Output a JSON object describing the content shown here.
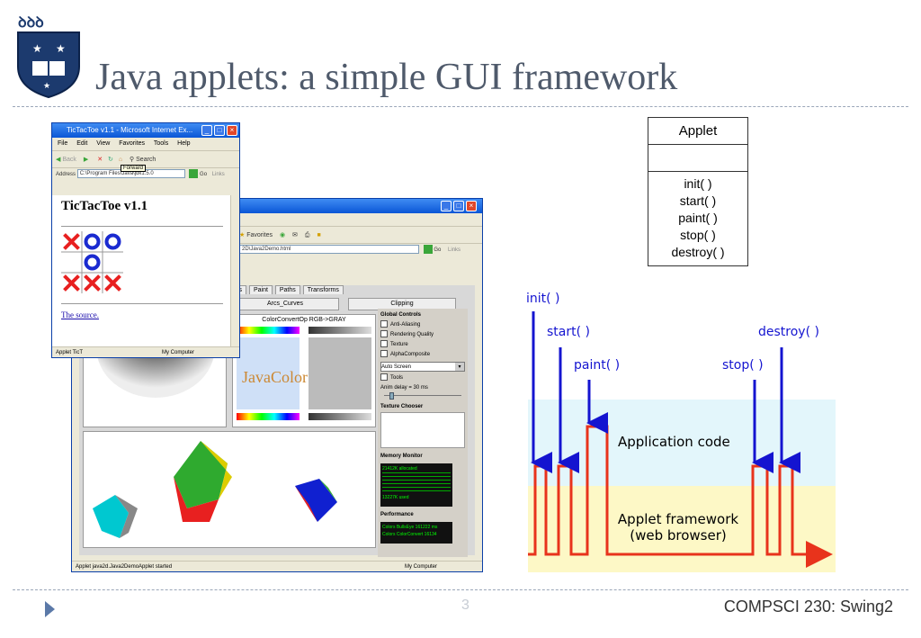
{
  "slide": {
    "title": "Java applets: a simple GUI framework",
    "page_number": "3",
    "course": "COMPSCI 230: Swing2"
  },
  "uml": {
    "class_name": "Applet",
    "methods": [
      "init( )",
      "start( )",
      "paint( )",
      "stop( )",
      "destroy( )"
    ]
  },
  "tictactoe_window": {
    "title": "TicTacToe v1.1 - Microsoft Internet Ex...",
    "menu": [
      "File",
      "Edit",
      "View",
      "Favorites",
      "Tools",
      "Help"
    ],
    "toolbar": {
      "back": "Back",
      "search": "Search",
      "tooltip": "Forward"
    },
    "address_label": "Address",
    "address_value": "C:\\Program Files\\Java\\jdk1.5.0",
    "go": "Go",
    "links": "Links",
    "heading": "TicTacToe v1.1",
    "board": [
      "X",
      "O",
      "O",
      "",
      "O",
      "",
      "X",
      "X",
      "X"
    ],
    "source_link": "The source.",
    "status_left": "Applet TicT",
    "status_right": "My Computer"
  },
  "java2d_window": {
    "toolbar_favorites": "Favorites",
    "address_value": "2D\\Java2Demo.html",
    "go": "Go",
    "links": "Links",
    "tabs": [
      "Ils",
      "Paint",
      "Paths",
      "Transforms"
    ],
    "subtabs": [
      "Arcs_Curves",
      "Clipping"
    ],
    "panel_caption": "ColorConvertOp RGB->GRAY",
    "controls": {
      "header": "Global Controls",
      "items": [
        "Anti-Aliasing",
        "Rendering Quality",
        "Texture",
        "AlphaComposite"
      ],
      "screen_select": "Auto Screen",
      "tools": "Tools",
      "anim_delay": "Anim delay = 30 ms",
      "texture_chooser": "Texture Chooser",
      "memory_monitor": "Memory Monitor",
      "mem_allocated": "21412K allocated",
      "mem_used": "13227K used",
      "performance": "Performance",
      "perf_lines": [
        "Colors BullsEye 161222 ms",
        "Colors ColorConvert 16134"
      ]
    },
    "status_left": "Applet java2d.Java2DemoApplet started",
    "status_right": "My Computer"
  },
  "timeline": {
    "calls": {
      "init": "init( )",
      "start": "start( )",
      "paint": "paint( )",
      "stop": "stop( )",
      "destroy": "destroy( )"
    },
    "app_zone": "Application code",
    "framework_zone_line1": "Applet framework",
    "framework_zone_line2": "(web browser)",
    "colors": {
      "app_bg": "#e3f6fb",
      "framework_bg": "#fdf8c6",
      "trace": "#e8331c",
      "arrows": "#1414d0"
    }
  }
}
